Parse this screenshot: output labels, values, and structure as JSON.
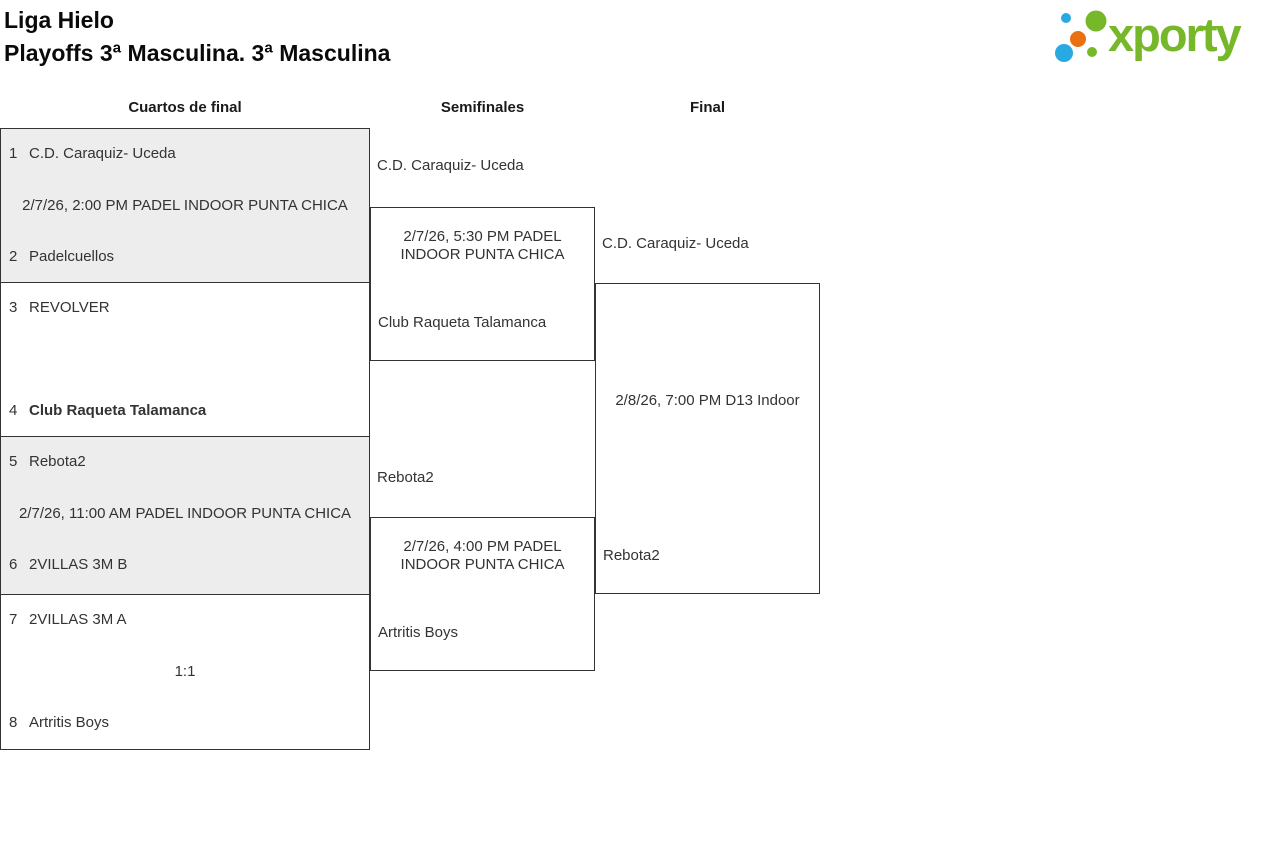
{
  "title": {
    "line1": "Liga Hielo",
    "line2": "Playoffs 3ª Masculina. 3ª Masculina"
  },
  "logo": {
    "text": "xporty",
    "colors": {
      "green": "#76b82a",
      "blue": "#29a9e1",
      "orange": "#e87211"
    }
  },
  "rounds": [
    {
      "label": "Cuartos de final"
    },
    {
      "label": "Semifinales"
    },
    {
      "label": "Final"
    }
  ],
  "quarterfinals": [
    {
      "seed1": "1",
      "team1": "C.D. Caraquiz- Uceda",
      "info": "2/7/26, 2:00 PM PADEL INDOOR PUNTA CHICA",
      "seed2": "2",
      "team2": "Padelcuellos",
      "team1_bold": false,
      "team2_bold": false
    },
    {
      "seed1": "3",
      "team1": "REVOLVER",
      "info": "",
      "seed2": "4",
      "team2": "Club Raqueta Talamanca",
      "team1_bold": false,
      "team2_bold": true
    },
    {
      "seed1": "5",
      "team1": "Rebota2",
      "info": "2/7/26, 11:00 AM PADEL INDOOR PUNTA CHICA",
      "seed2": "6",
      "team2": "2VILLAS 3M B",
      "team1_bold": false,
      "team2_bold": false
    },
    {
      "seed1": "7",
      "team1": "2VILLAS 3M A",
      "info": "1:1",
      "seed2": "8",
      "team2": "Artritis Boys",
      "team1_bold": false,
      "team2_bold": false
    }
  ],
  "semifinals": [
    {
      "team1": "C.D. Caraquiz- Uceda",
      "info": "2/7/26, 5:30 PM PADEL INDOOR PUNTA CHICA",
      "team2": "Club Raqueta Talamanca"
    },
    {
      "team1": "Rebota2",
      "info": "2/7/26, 4:00 PM PADEL INDOOR PUNTA CHICA",
      "team2": "Artritis Boys"
    }
  ],
  "final": {
    "team1": "C.D. Caraquiz- Uceda",
    "info": "2/8/26, 7:00 PM D13 Indoor",
    "team2": "Rebota2"
  },
  "colors": {
    "box_fill_gray": "#ededed",
    "box_border": "#333333",
    "text": "#333333"
  }
}
